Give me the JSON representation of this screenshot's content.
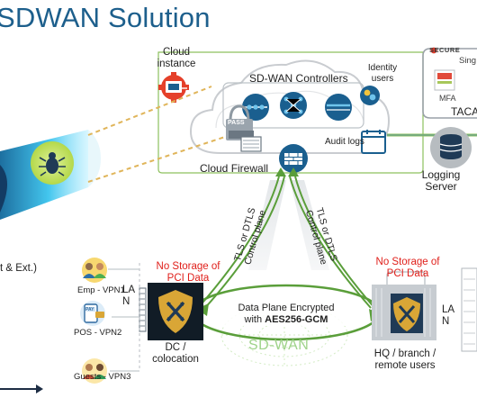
{
  "title": "SDWAN Solution",
  "cloud": {
    "instance_label_line1": "Cloud",
    "instance_label_line2": "instance",
    "controllers_label": "SD-WAN Controllers",
    "identity_label_line1": "Identity",
    "identity_label_line2": "users",
    "audit_label": "Audit logs",
    "pass_label": "PASS",
    "firewall_label": "Cloud Firewall"
  },
  "secure_box": {
    "brand": "SECURE",
    "sub": "Sing",
    "mfa_label": "MFA",
    "taca_label": "TACA"
  },
  "logging": {
    "line1": "Logging",
    "line2": "Server"
  },
  "left_text": "t & Ext.)",
  "tunnels": {
    "left_line1": "TLS or DTLS",
    "left_line2": "Control plane",
    "right_line1": "TLS or DTLS",
    "right_line2": "Control plane"
  },
  "dc": {
    "no_storage_line1": "No Storage of",
    "no_storage_line2": "PCI Data",
    "lan_line1": "LA",
    "lan_line2": "N",
    "label_line1": "DC /",
    "label_line2": "colocation"
  },
  "hq": {
    "no_storage_line1": "No Storage of",
    "no_storage_line2": "PCI Data",
    "lan_line1": "LA",
    "lan_line2": "N",
    "label_line1": "HQ / branch /",
    "label_line2": "remote users"
  },
  "vpns": [
    {
      "label": "Emp - VPN1"
    },
    {
      "label": "POS - VPN2"
    },
    {
      "label": "Guests - VPN3"
    }
  ],
  "data_plane": {
    "line1": "Data Plane Encrypted",
    "line2_prefix": "with ",
    "line2_bold": "AES256-GCM"
  },
  "sdwan_label": "SD-WAN",
  "pos_icon_text": "PAY",
  "colors": {
    "title": "#1d5f8c",
    "accent_blue": "#1a5f8f",
    "green": "#5a9e3a",
    "red": "#e0201b",
    "gold": "#d9a636"
  }
}
